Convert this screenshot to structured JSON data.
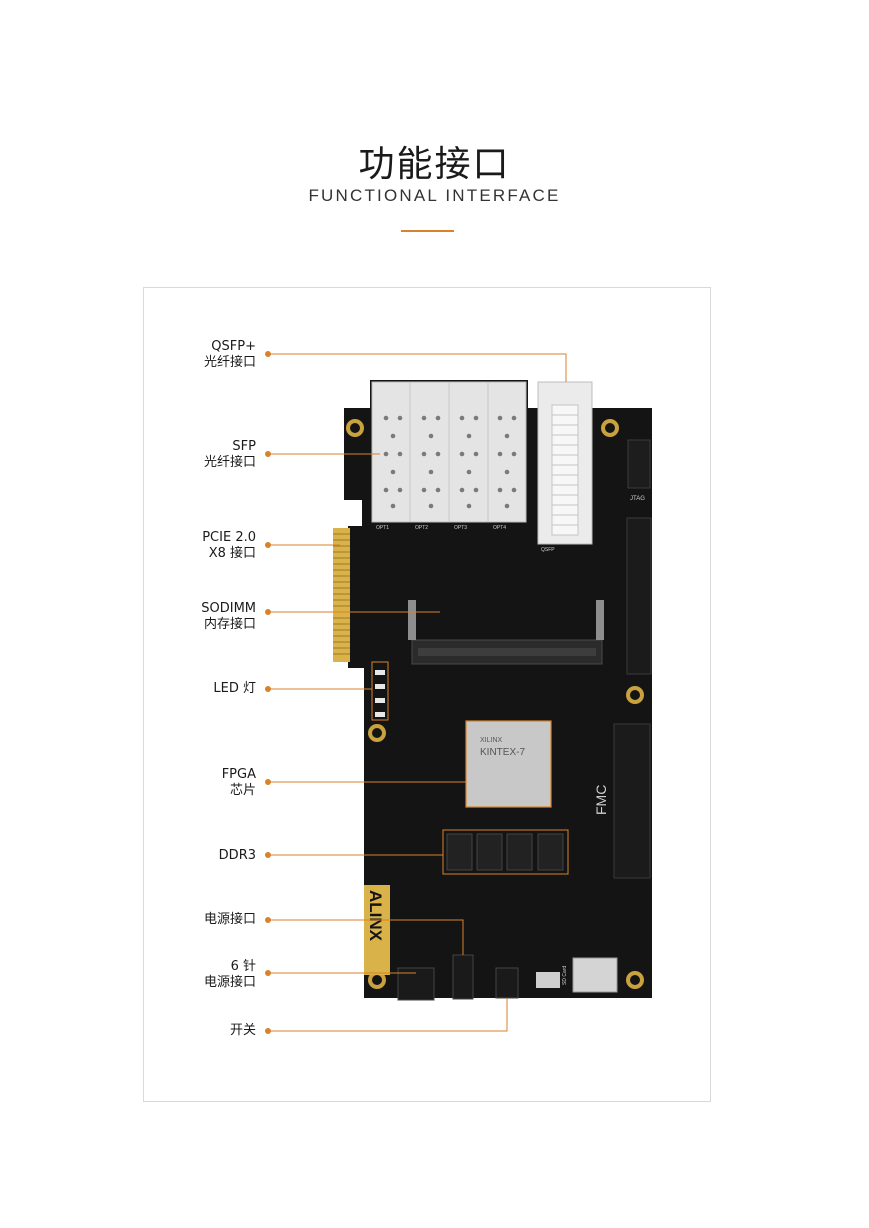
{
  "header": {
    "title": "功能接口",
    "subtitle": "FUNCTIONAL INTERFACE"
  },
  "colors": {
    "accent": "#d9822b",
    "board": "#141414",
    "gold_finger": "#d9b24a",
    "frame_border": "#d9d9d9"
  },
  "board": {
    "brand": "ALINX",
    "fpga_brand": "XILINX",
    "fpga_model": "KINTEX-7",
    "fmc_label": "FMC",
    "jtag_label": "JTAG",
    "sd_label": "SD Card",
    "qsfp_label": "QSFP",
    "sfp_ports": [
      "OPT1",
      "OPT2",
      "OPT3",
      "OPT4"
    ]
  },
  "callouts": [
    {
      "id": "qsfp",
      "lines": [
        "QSFP+",
        "光纤接口"
      ]
    },
    {
      "id": "sfp",
      "lines": [
        "SFP",
        "光纤接口"
      ]
    },
    {
      "id": "pcie",
      "lines": [
        "PCIE 2.0",
        "X8 接口"
      ]
    },
    {
      "id": "sodimm",
      "lines": [
        "SODIMM",
        "内存接口"
      ]
    },
    {
      "id": "led",
      "lines": [
        "LED 灯"
      ]
    },
    {
      "id": "fpga",
      "lines": [
        "FPGA",
        "芯片"
      ]
    },
    {
      "id": "ddr3",
      "lines": [
        "DDR3"
      ]
    },
    {
      "id": "power",
      "lines": [
        "电源接口"
      ]
    },
    {
      "id": "six-pin-power",
      "lines": [
        "6 针",
        "电源接口"
      ]
    },
    {
      "id": "switch",
      "lines": [
        "开关"
      ]
    }
  ]
}
